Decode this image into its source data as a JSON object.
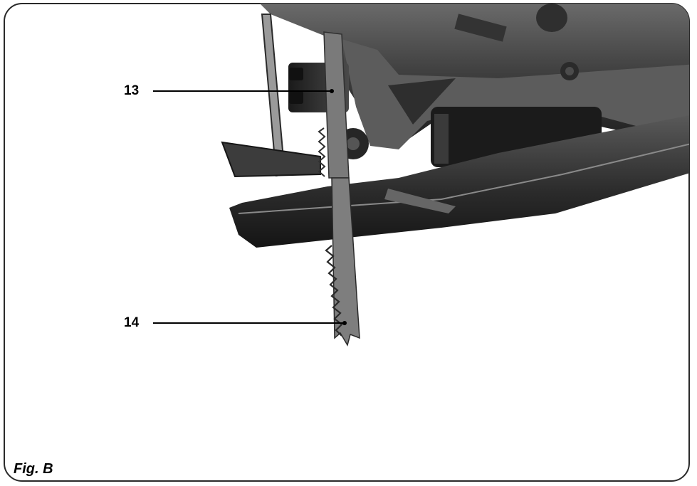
{
  "callouts": [
    {
      "label": "13",
      "target": "blade-clamp"
    },
    {
      "label": "14",
      "target": "saw-blade"
    }
  ],
  "caption": "Fig. B",
  "colors": {
    "frame": "#2a2a2a",
    "tool_body": "#3a3a3a",
    "tool_dark": "#1c1c1c",
    "tool_highlight": "#8a8a8a",
    "background": "#ffffff"
  }
}
